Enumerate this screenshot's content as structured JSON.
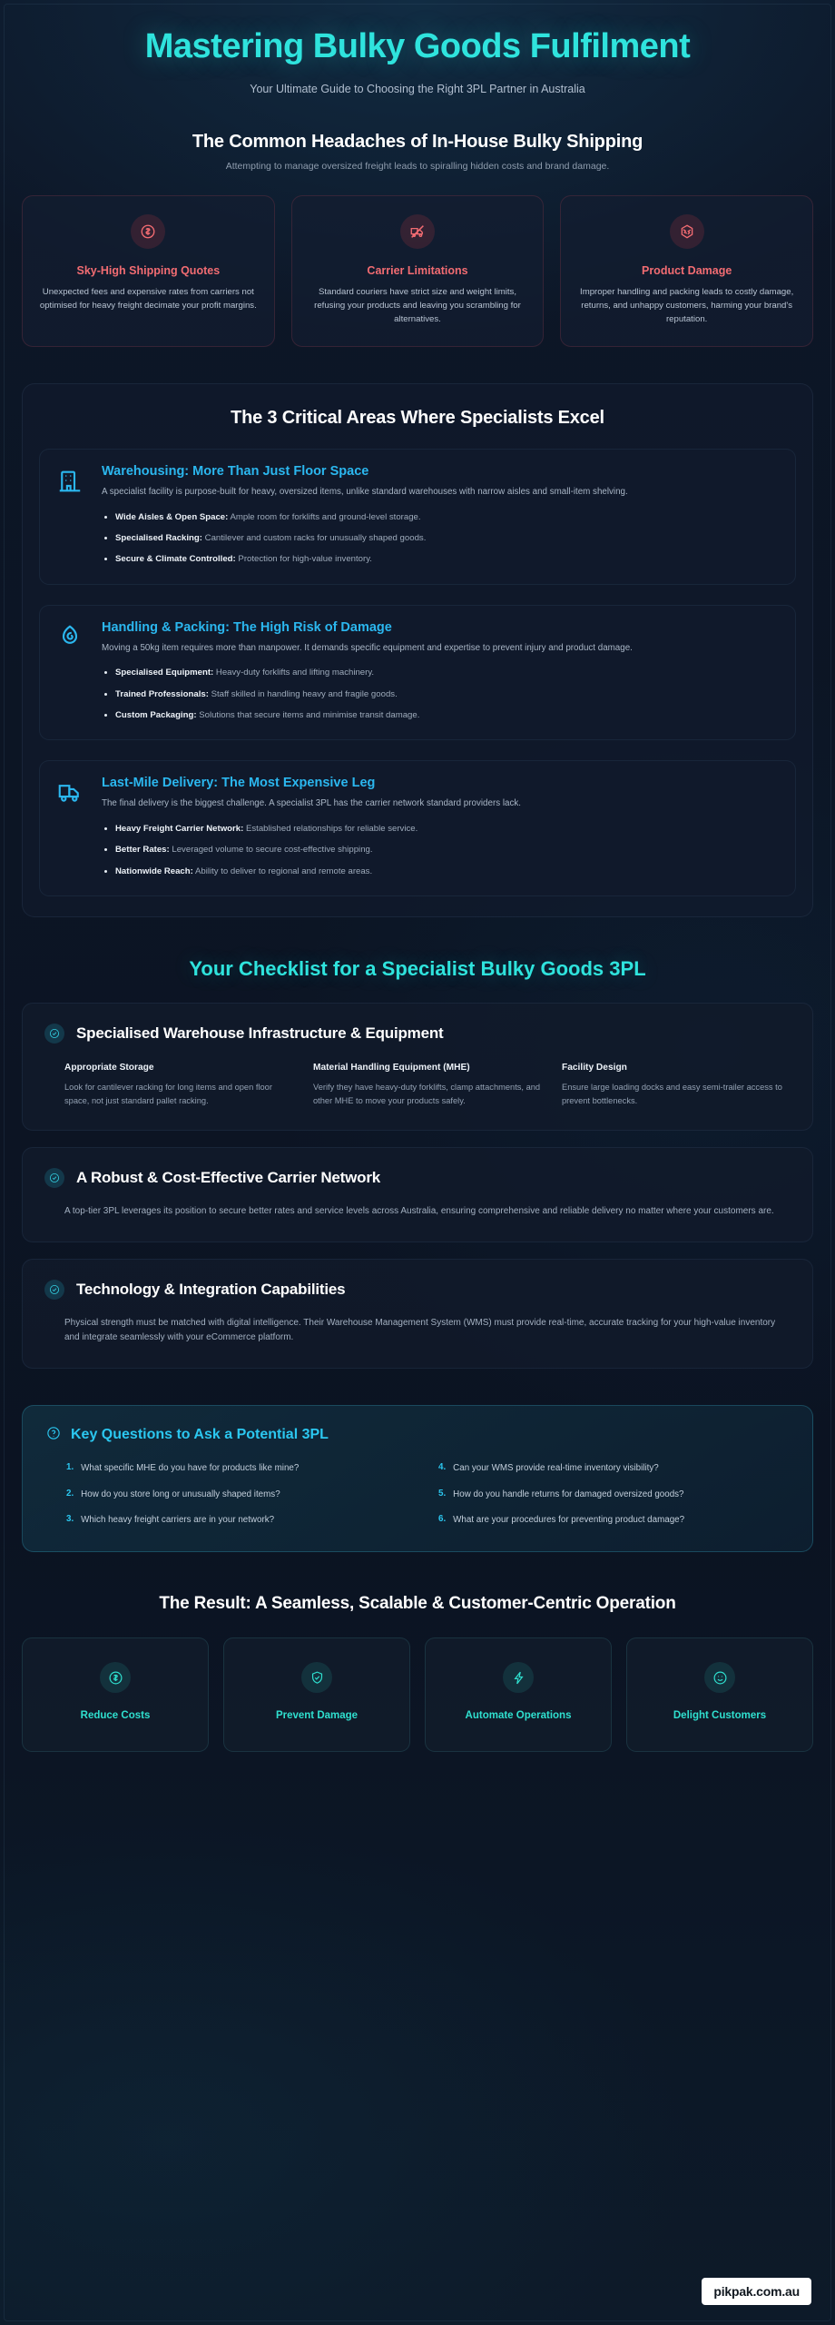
{
  "hero": {
    "title": "Mastering Bulky Goods Fulfilment",
    "subtitle": "Your Ultimate Guide to Choosing the Right 3PL Partner in Australia"
  },
  "colors": {
    "accent_teal": "#2fe3dd",
    "accent_blue": "#2bb7ef",
    "danger_red": "#f26c72",
    "result_green": "#2fe0cf",
    "page_bg": "#0b1322"
  },
  "headaches": {
    "title": "The Common Headaches of In-House Bulky Shipping",
    "subtitle": "Attempting to manage oversized freight leads to spiralling hidden costs and brand damage.",
    "cards": [
      {
        "icon": "dollar-circle-icon",
        "title": "Sky-High Shipping Quotes",
        "body": "Unexpected fees and expensive rates from carriers not optimised for heavy freight decimate your profit margins."
      },
      {
        "icon": "no-truck-icon",
        "title": "Carrier Limitations",
        "body": "Standard couriers have strict size and weight limits, refusing your products and leaving you scrambling for alternatives."
      },
      {
        "icon": "broken-box-icon",
        "title": "Product Damage",
        "body": "Improper handling and packing leads to costly damage, returns, and unhappy customers, harming your brand's reputation."
      }
    ]
  },
  "areas": {
    "title": "The 3 Critical Areas Where Specialists Excel",
    "cards": [
      {
        "icon": "warehouse-building-icon",
        "title": "Warehousing: More Than Just Floor Space",
        "desc": "A specialist facility is purpose-built for heavy, oversized items, unlike standard warehouses with narrow aisles and small-item shelving.",
        "bullets": [
          {
            "label": "Wide Aisles & Open Space:",
            "text": "Ample room for forklifts and ground-level storage."
          },
          {
            "label": "Specialised Racking:",
            "text": "Cantilever and custom racks for unusually shaped goods."
          },
          {
            "label": "Secure & Climate Controlled:",
            "text": "Protection for high-value inventory."
          }
        ]
      },
      {
        "icon": "hand-package-icon",
        "title": "Handling & Packing: The High Risk of Damage",
        "desc": "Moving a 50kg item requires more than manpower. It demands specific equipment and expertise to prevent injury and product damage.",
        "bullets": [
          {
            "label": "Specialised Equipment:",
            "text": "Heavy-duty forklifts and lifting machinery."
          },
          {
            "label": "Trained Professionals:",
            "text": "Staff skilled in handling heavy and fragile goods."
          },
          {
            "label": "Custom Packaging:",
            "text": "Solutions that secure items and minimise transit damage."
          }
        ]
      },
      {
        "icon": "delivery-truck-icon",
        "title": "Last-Mile Delivery: The Most Expensive Leg",
        "desc": "The final delivery is the biggest challenge. A specialist 3PL has the carrier network standard providers lack.",
        "bullets": [
          {
            "label": "Heavy Freight Carrier Network:",
            "text": "Established relationships for reliable service."
          },
          {
            "label": "Better Rates:",
            "text": "Leveraged volume to secure cost-effective shipping."
          },
          {
            "label": "Nationwide Reach:",
            "text": "Ability to deliver to regional and remote areas."
          }
        ]
      }
    ]
  },
  "checklist": {
    "title": "Your Checklist for a Specialist Bulky Goods 3PL",
    "items": [
      {
        "icon": "check-circle-icon",
        "title": "Specialised Warehouse Infrastructure & Equipment",
        "columns": [
          {
            "title": "Appropriate Storage",
            "body": "Look for cantilever racking for long items and open floor space, not just standard pallet racking."
          },
          {
            "title": "Material Handling Equipment (MHE)",
            "body": "Verify they have heavy-duty forklifts, clamp attachments, and other MHE to move your products safely."
          },
          {
            "title": "Facility Design",
            "body": "Ensure large loading docks and easy semi-trailer access to prevent bottlenecks."
          }
        ]
      },
      {
        "icon": "check-circle-icon",
        "title": "A Robust & Cost-Effective Carrier Network",
        "paragraph": "A top-tier 3PL leverages its position to secure better rates and service levels across Australia, ensuring comprehensive and reliable delivery no matter where your customers are."
      },
      {
        "icon": "check-circle-icon",
        "title": "Technology & Integration Capabilities",
        "paragraph": "Physical strength must be matched with digital intelligence. Their Warehouse Management System (WMS) must provide real-time, accurate tracking for your high-value inventory and integrate seamlessly with your eCommerce platform."
      }
    ]
  },
  "key_questions": {
    "icon": "question-circle-icon",
    "title": "Key Questions to Ask a Potential 3PL",
    "items": [
      {
        "num": "1.",
        "text": "What specific MHE do you have for products like mine?"
      },
      {
        "num": "2.",
        "text": "How do you store long or unusually shaped items?"
      },
      {
        "num": "3.",
        "text": "Which heavy freight carriers are in your network?"
      },
      {
        "num": "4.",
        "text": "Can your WMS provide real-time inventory visibility?"
      },
      {
        "num": "5.",
        "text": "How do you handle returns for damaged oversized goods?"
      },
      {
        "num": "6.",
        "text": "What are your procedures for preventing product damage?"
      }
    ]
  },
  "result": {
    "title": "The Result: A Seamless, Scalable & Customer-Centric Operation",
    "cards": [
      {
        "icon": "dollar-circle-icon",
        "label": "Reduce Costs"
      },
      {
        "icon": "shield-check-icon",
        "label": "Prevent Damage"
      },
      {
        "icon": "zap-icon",
        "label": "Automate Operations"
      },
      {
        "icon": "smile-icon",
        "label": "Delight Customers"
      }
    ]
  },
  "watermark": {
    "text": "pikpak.com.au"
  }
}
